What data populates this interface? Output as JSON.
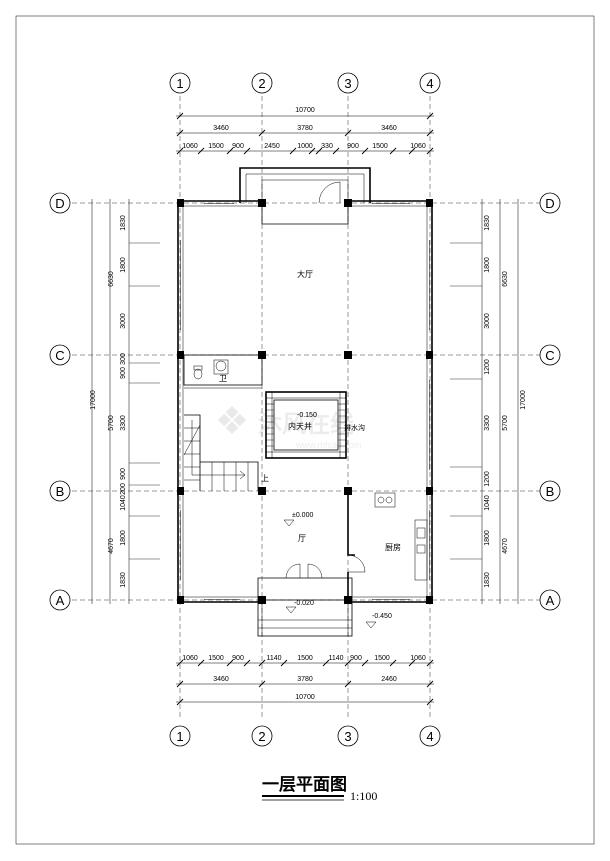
{
  "title": "一层平面图",
  "scale": "1:100",
  "axes": {
    "columns": [
      "1",
      "2",
      "3",
      "4"
    ],
    "rows": [
      "A",
      "B",
      "C",
      "D"
    ]
  },
  "dims_top": {
    "total": "10700",
    "mid": [
      "3460",
      "3780",
      "3460"
    ],
    "detail": [
      "1060",
      "1500",
      "900",
      "2450",
      "1000",
      "330",
      "900",
      "1500",
      "1060"
    ]
  },
  "dims_bottom": {
    "detail": [
      "1060",
      "1500",
      "900",
      "1140",
      "1500",
      "1140",
      "900",
      "1500",
      "1060"
    ],
    "mid": [
      "3460",
      "3780",
      "2460"
    ],
    "total": "10700"
  },
  "dims_left": {
    "total": "17000",
    "mid": [
      "6630",
      "5700",
      "4670"
    ],
    "detail": [
      "1830",
      "1800",
      "3000",
      "300",
      "900",
      "3300",
      "900",
      "200",
      "1040",
      "1800",
      "1830"
    ]
  },
  "dims_right": {
    "total": "17000",
    "mid": [
      "6630",
      "5700",
      "4670"
    ],
    "detail": [
      "1830",
      "1800",
      "3000",
      "1200",
      "3300",
      "1200",
      "1040",
      "1800",
      "1830"
    ]
  },
  "rooms": {
    "hall": "大厅",
    "wc": "卫",
    "courtyard": "内天井",
    "drain": "排水沟",
    "living": "厅",
    "kitchen": "厨房",
    "stair_up": "上"
  },
  "elevations": {
    "courtyard": "-0.150",
    "living": "±0.000",
    "entry": "-0.020",
    "outside": "-0.450"
  },
  "watermark": "沐风在线"
}
